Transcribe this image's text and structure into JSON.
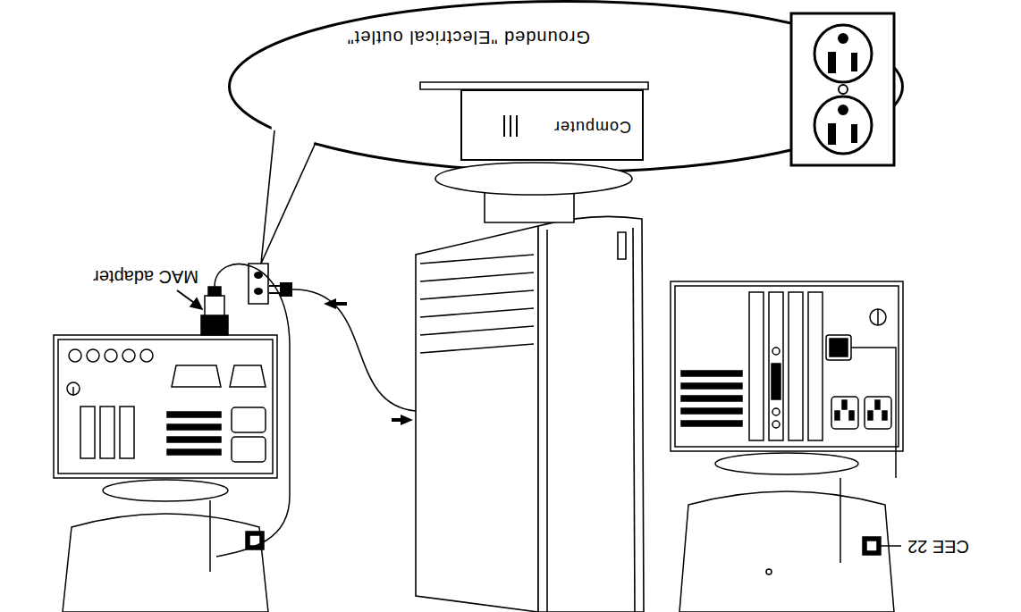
{
  "diagram": {
    "nodes": [
      {
        "text": [
          "Grounded \"Electrical outlet\""
        ]
      },
      {
        "text": [
          "Computer"
        ]
      }
    ],
    "labels": [
      "MAC adapter",
      "CEE 22"
    ]
  }
}
